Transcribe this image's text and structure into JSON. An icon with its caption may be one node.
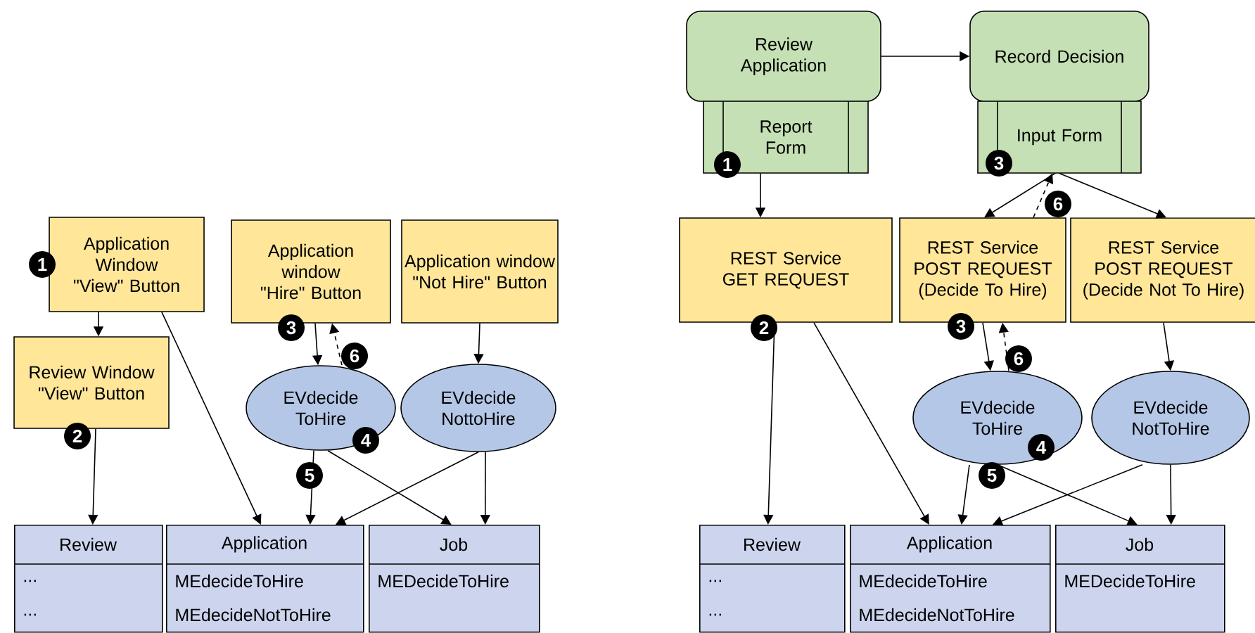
{
  "diagram": {
    "nodes": [
      {
        "text": [
          "Application Window \"View\" Button"
        ]
      },
      {
        "text": [
          "Application window \"Hire\" Button"
        ]
      },
      {
        "text": [
          "Application window \"Not Hire\" Button"
        ]
      },
      {
        "text": [
          "Review Window \"View\" Button"
        ]
      },
      {
        "text": [
          "EVdecide ToHire"
        ]
      },
      {
        "text": [
          "EVdecide NottoHire"
        ]
      },
      {
        "text": [
          "Review",
          "...",
          "..."
        ]
      },
      {
        "text": [
          "Application",
          "MEdecideToHire",
          "MEdecideNotToHire"
        ]
      },
      {
        "text": [
          "Job",
          "MEDecideToHire"
        ]
      },
      {
        "text": [
          "Review Application"
        ]
      },
      {
        "text": [
          "Record Decision"
        ]
      },
      {
        "text": [
          "Report Form"
        ]
      },
      {
        "text": [
          "Input Form"
        ]
      },
      {
        "text": [
          "REST Service GET REQUEST"
        ]
      },
      {
        "text": [
          "REST Service POST REQUEST (Decide To Hire)"
        ]
      },
      {
        "text": [
          "REST Service POST REQUEST (Decide Not To Hire)"
        ]
      },
      {
        "text": [
          "EVdecide ToHire"
        ]
      },
      {
        "text": [
          "EVdecide NotToHire"
        ]
      },
      {
        "text": [
          "Review",
          "...",
          "..."
        ]
      },
      {
        "text": [
          "Application",
          "MEdecideToHire",
          "MEdecideNotToHire"
        ]
      },
      {
        "text": [
          "Job",
          "MEDecideToHire"
        ]
      }
    ],
    "edges": [
      {
        "from": 0,
        "to": 3,
        "arrow": "to"
      },
      {
        "from": 0,
        "to": 7,
        "arrow": "to"
      },
      {
        "from": 1,
        "to": 4,
        "arrow": "to"
      },
      {
        "from": 4,
        "to": 1,
        "arrow": "to",
        "style": "dashed"
      },
      {
        "from": 2,
        "to": 5,
        "arrow": "to"
      },
      {
        "from": 3,
        "to": 6,
        "arrow": "to"
      },
      {
        "from": 4,
        "to": 7,
        "arrow": "to"
      },
      {
        "from": 4,
        "to": 8,
        "arrow": "to"
      },
      {
        "from": 5,
        "to": 7,
        "arrow": "to"
      },
      {
        "from": 5,
        "to": 8,
        "arrow": "to"
      },
      {
        "from": 9,
        "to": 10,
        "arrow": "to"
      },
      {
        "from": 11,
        "to": 13,
        "arrow": "to"
      },
      {
        "from": 12,
        "to": 14,
        "arrow": "to"
      },
      {
        "from": 14,
        "to": 12,
        "arrow": "to",
        "style": "dashed"
      },
      {
        "from": 12,
        "to": 15,
        "arrow": "to"
      },
      {
        "from": 13,
        "to": 18,
        "arrow": "to"
      },
      {
        "from": 13,
        "to": 19,
        "arrow": "to"
      },
      {
        "from": 14,
        "to": 16,
        "arrow": "to"
      },
      {
        "from": 16,
        "to": 14,
        "arrow": "to",
        "style": "dashed"
      },
      {
        "from": 15,
        "to": 17,
        "arrow": "to"
      },
      {
        "from": 16,
        "to": 19,
        "arrow": "to"
      },
      {
        "from": 16,
        "to": 20,
        "arrow": "to"
      },
      {
        "from": 17,
        "to": 19,
        "arrow": "to"
      },
      {
        "from": 17,
        "to": 20,
        "arrow": "to"
      }
    ],
    "labels": [
      "1",
      "3",
      "6",
      "2",
      "4",
      "5",
      "1",
      "3",
      "6",
      "2",
      "3",
      "6",
      "4",
      "5"
    ]
  }
}
